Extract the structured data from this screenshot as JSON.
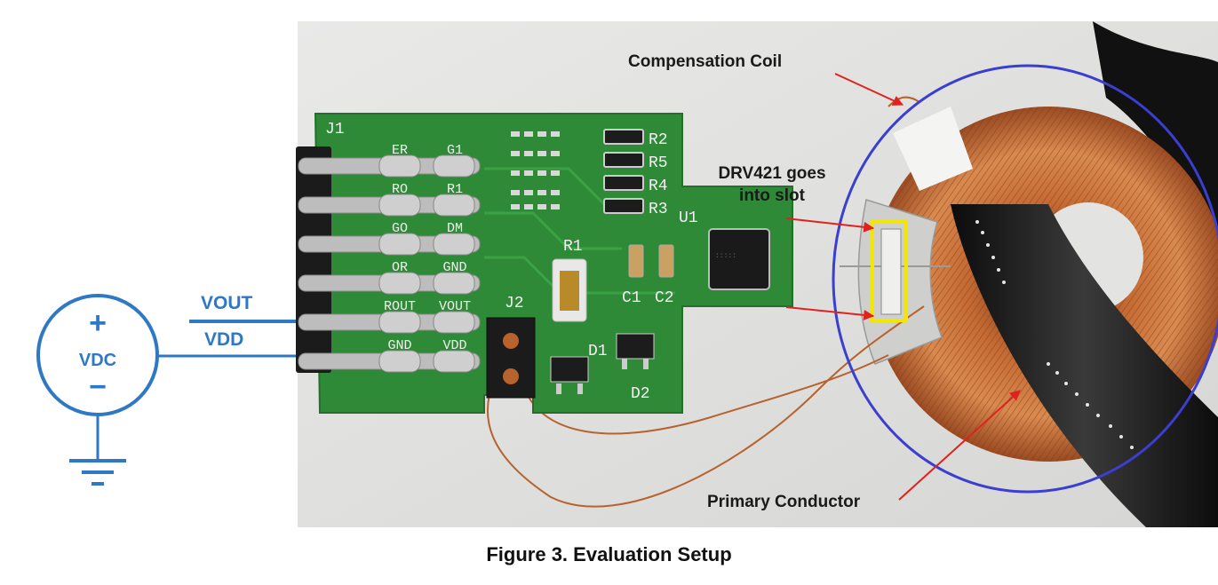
{
  "figure": {
    "caption": "Figure 3. Evaluation Setup"
  },
  "source": {
    "plus": "+",
    "label": "VDC",
    "minus": "−"
  },
  "wires": {
    "vout": "VOUT",
    "vdd": "VDD"
  },
  "callouts": {
    "compensation_coil": "Compensation Coil",
    "slot_line1": "DRV421 goes",
    "slot_line2": "into slot",
    "primary_conductor": "Primary Conductor"
  },
  "board": {
    "j1": "J1",
    "j2": "J2",
    "u1": "U1",
    "r1": "R1",
    "r2": "R2",
    "r3": "R3",
    "r4": "R4",
    "r5": "R5",
    "c1": "C1",
    "c2": "C2",
    "d1": "D1",
    "d2": "D2",
    "pins_left": [
      "ER",
      "RO",
      "GO",
      "OR",
      "ROUT",
      "GND"
    ],
    "pins_right": [
      "G1",
      "R1",
      "DM",
      "GND",
      "VOUT",
      "VDD"
    ]
  },
  "colors": {
    "schematic_blue": "#2f78c4",
    "pcb_green": "#2e8a36",
    "copper": "#b8622e",
    "circle_highlight": "#3a3fd0",
    "slot_highlight": "#f3e600",
    "arrow_red": "#e0221f"
  }
}
